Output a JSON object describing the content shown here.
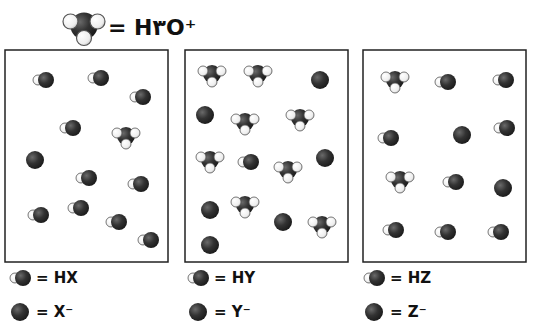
{
  "diagram": {
    "legend": [
      {
        "text": "= H۳O⁺"
      },
      {
        "text": "= HX"
      },
      {
        "text": "= HY"
      },
      {
        "text": "= HZ"
      },
      {
        "text": "= X⁻"
      },
      {
        "text": "= Y⁻"
      },
      {
        "text": "= Z⁻"
      }
    ]
  }
}
